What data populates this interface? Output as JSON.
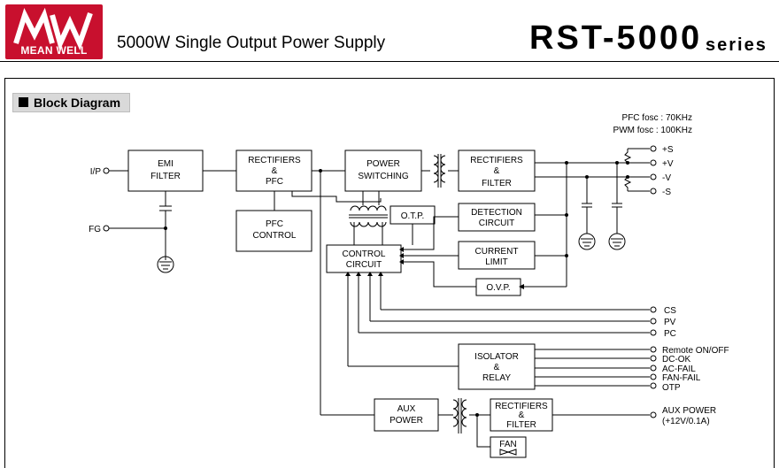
{
  "header": {
    "logo_text": "MEAN WELL",
    "logo_mark": "MW",
    "subtitle": "5000W Single Output Power Supply",
    "model": "RST-5000",
    "series": "series"
  },
  "section": {
    "title": "Block Diagram"
  },
  "notes": {
    "pfc_fosc": "PFC fosc : 70KHz",
    "pwm_fosc": "PWM fosc : 100KHz"
  },
  "terminals": {
    "ip": "I/P",
    "fg": "FG",
    "plus_s": "+S",
    "plus_v": "+V",
    "minus_v": "-V",
    "minus_s": "-S",
    "cs": "CS",
    "pv": "PV",
    "pc": "PC",
    "remote": "Remote ON/OFF",
    "dc_ok": "DC-OK",
    "ac_fail": "AC-FAIL",
    "fan_fail": "FAN-FAIL",
    "otp": "OTP",
    "aux_power": "AUX POWER",
    "aux_spec": "(+12V/0.1A)"
  },
  "blocks": {
    "emi": [
      "EMI",
      "FILTER"
    ],
    "rect_pfc": [
      "RECTIFIERS",
      "&",
      "PFC"
    ],
    "pfc_control": [
      "PFC",
      "CONTROL"
    ],
    "power_switching": [
      "POWER",
      "SWITCHING"
    ],
    "rect_filter": [
      "RECTIFIERS",
      "&",
      "FILTER"
    ],
    "otp": "O.T.P.",
    "detection": [
      "DETECTION",
      "CIRCUIT"
    ],
    "current_limit": [
      "CURRENT",
      "LIMIT"
    ],
    "control": [
      "CONTROL",
      "CIRCUIT"
    ],
    "ovp": "O.V.P.",
    "isolator": [
      "ISOLATOR",
      "&",
      "RELAY"
    ],
    "aux_power": [
      "AUX",
      "POWER"
    ],
    "aux_rect": [
      "RECTIFIERS",
      "&",
      "FILTER"
    ],
    "fan": "FAN"
  },
  "colors": {
    "brand_red": "#c8102e",
    "tab_gray": "#d9d9d9"
  }
}
